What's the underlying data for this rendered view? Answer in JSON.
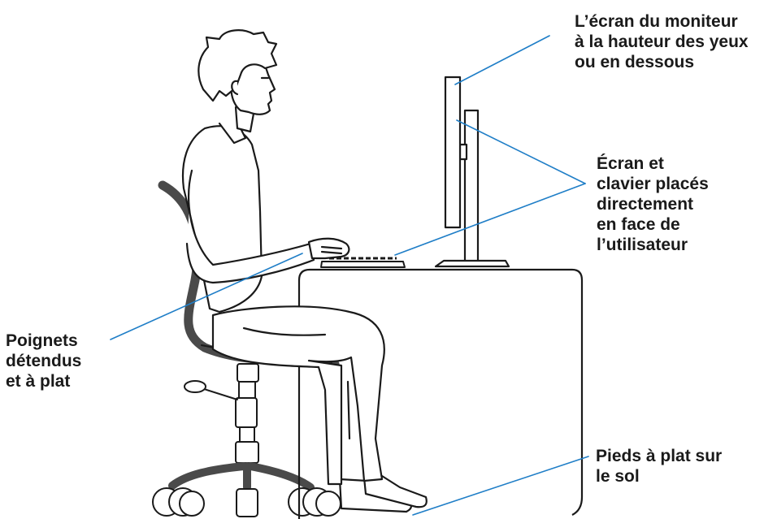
{
  "callouts": {
    "eye_level": {
      "lines": [
        "L’écran du moniteur",
        "à la hauteur des yeux",
        "ou en dessous"
      ]
    },
    "in_front": {
      "lines": [
        "Écran et",
        "clavier placés",
        "directement",
        "en face de",
        "l’utilisateur"
      ]
    },
    "wrists": {
      "lines": [
        "Poignets",
        "détendus",
        "et à plat"
      ]
    },
    "feet": {
      "lines": [
        "Pieds à plat sur",
        "le sol"
      ]
    }
  },
  "colors": {
    "outline": "#1a1a1a",
    "leader_line": "#1f7ec7",
    "chair_frame": "#4a4a4a",
    "text": "#1a1a1a"
  }
}
